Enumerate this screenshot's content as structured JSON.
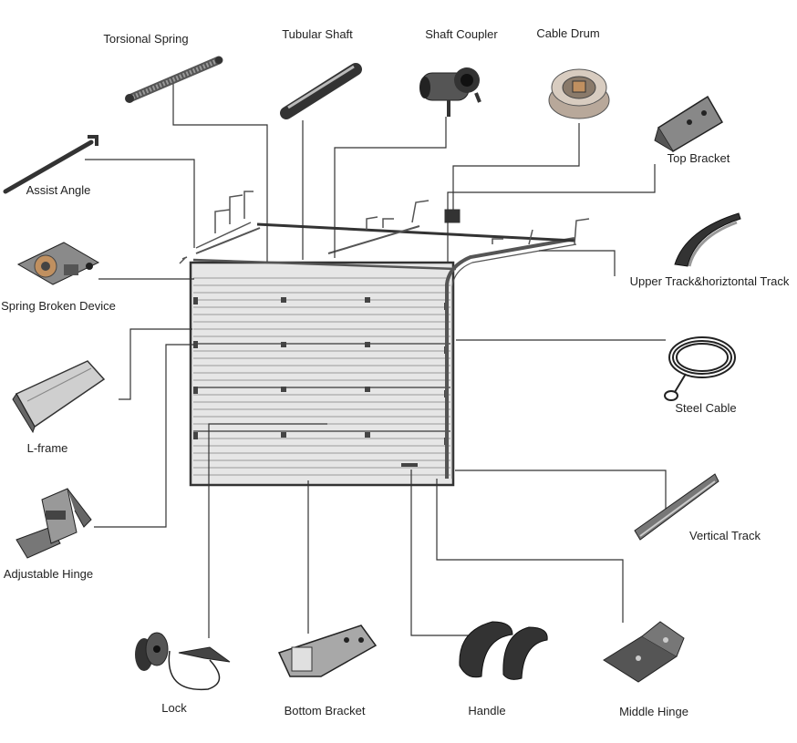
{
  "parts": {
    "torsional_spring": "Torsional Spring",
    "tubular_shaft": "Tubular Shaft",
    "shaft_coupler": "Shaft Coupler",
    "cable_drum": "Cable Drum",
    "top_bracket": "Top Bracket",
    "assist_angle": "Assist Angle",
    "spring_broken_device": "Spring Broken Device",
    "upper_track": "Upper Track&horiztontal Track",
    "l_frame": "L-frame",
    "steel_cable": "Steel Cable",
    "adjustable_hinge": "Adjustable Hinge",
    "vertical_track": "Vertical Track",
    "lock": "Lock",
    "bottom_bracket": "Bottom Bracket",
    "handle": "Handle",
    "middle_hinge": "Middle Hinge"
  },
  "colors": {
    "line": "#333333",
    "metal": "#9a9a9a",
    "metal_dark": "#444444",
    "door_fill": "#e6e6e6"
  }
}
